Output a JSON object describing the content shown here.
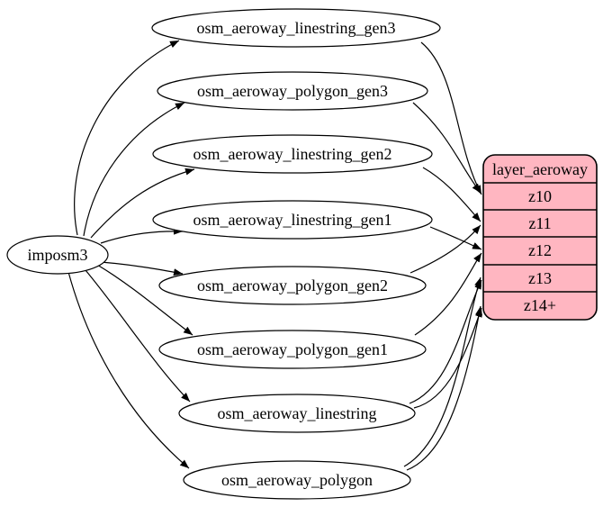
{
  "diagram": {
    "background_color": "#ffffff",
    "edge_color": "#000000",
    "source": {
      "label": "imposm3"
    },
    "tables": [
      {
        "label": "osm_aeroway_linestring_gen3"
      },
      {
        "label": "osm_aeroway_polygon_gen3"
      },
      {
        "label": "osm_aeroway_linestring_gen2"
      },
      {
        "label": "osm_aeroway_linestring_gen1"
      },
      {
        "label": "osm_aeroway_polygon_gen2"
      },
      {
        "label": "osm_aeroway_polygon_gen1"
      },
      {
        "label": "osm_aeroway_linestring"
      },
      {
        "label": "osm_aeroway_polygon"
      }
    ],
    "layer": {
      "title": "layer_aeroway",
      "fill_color": "#ffb6c1",
      "border_color": "#000000",
      "zoom_rows": [
        {
          "label": "z10"
        },
        {
          "label": "z11"
        },
        {
          "label": "z12"
        },
        {
          "label": "z13"
        },
        {
          "label": "z14+"
        }
      ]
    },
    "edges": [
      {
        "from": "imposm3",
        "to": "osm_aeroway_linestring_gen3"
      },
      {
        "from": "imposm3",
        "to": "osm_aeroway_polygon_gen3"
      },
      {
        "from": "imposm3",
        "to": "osm_aeroway_linestring_gen2"
      },
      {
        "from": "imposm3",
        "to": "osm_aeroway_linestring_gen1"
      },
      {
        "from": "imposm3",
        "to": "osm_aeroway_polygon_gen2"
      },
      {
        "from": "imposm3",
        "to": "osm_aeroway_polygon_gen1"
      },
      {
        "from": "imposm3",
        "to": "osm_aeroway_linestring"
      },
      {
        "from": "imposm3",
        "to": "osm_aeroway_polygon"
      },
      {
        "from": "osm_aeroway_linestring_gen3",
        "to": "layer_aeroway:z10"
      },
      {
        "from": "osm_aeroway_polygon_gen3",
        "to": "layer_aeroway:z10"
      },
      {
        "from": "osm_aeroway_linestring_gen2",
        "to": "layer_aeroway:z11"
      },
      {
        "from": "osm_aeroway_polygon_gen2",
        "to": "layer_aeroway:z11"
      },
      {
        "from": "osm_aeroway_linestring_gen1",
        "to": "layer_aeroway:z12"
      },
      {
        "from": "osm_aeroway_polygon_gen1",
        "to": "layer_aeroway:z12"
      },
      {
        "from": "osm_aeroway_linestring",
        "to": "layer_aeroway:z13"
      },
      {
        "from": "osm_aeroway_linestring",
        "to": "layer_aeroway:z14+"
      },
      {
        "from": "osm_aeroway_polygon",
        "to": "layer_aeroway:z13"
      },
      {
        "from": "osm_aeroway_polygon",
        "to": "layer_aeroway:z14+"
      }
    ]
  }
}
